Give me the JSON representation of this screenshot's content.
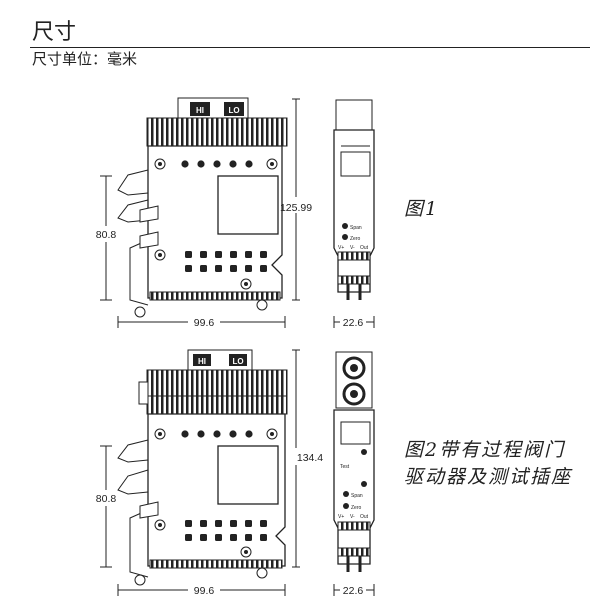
{
  "section": {
    "title": "尺寸",
    "unit_note": "尺寸单位：毫米"
  },
  "figure1": {
    "caption": "图1",
    "connector_labels": [
      "HI",
      "LO"
    ],
    "front_labels": [
      "Span",
      "Zero"
    ],
    "terminal_labels": [
      "V+",
      "V-",
      "Out"
    ],
    "dims": {
      "height": "125.99",
      "rail_height": "80.8",
      "width": "99.6",
      "depth": "22.6"
    }
  },
  "figure2": {
    "caption": "图2带有过程阀门驱动器及测试插座",
    "connector_labels": [
      "HI",
      "LO"
    ],
    "front_labels": [
      "Test",
      "Span",
      "Zero"
    ],
    "terminal_labels": [
      "V+",
      "V-",
      "Out"
    ],
    "dims": {
      "height": "134.4",
      "rail_height": "80.8",
      "width": "99.6",
      "depth": "22.6"
    }
  }
}
